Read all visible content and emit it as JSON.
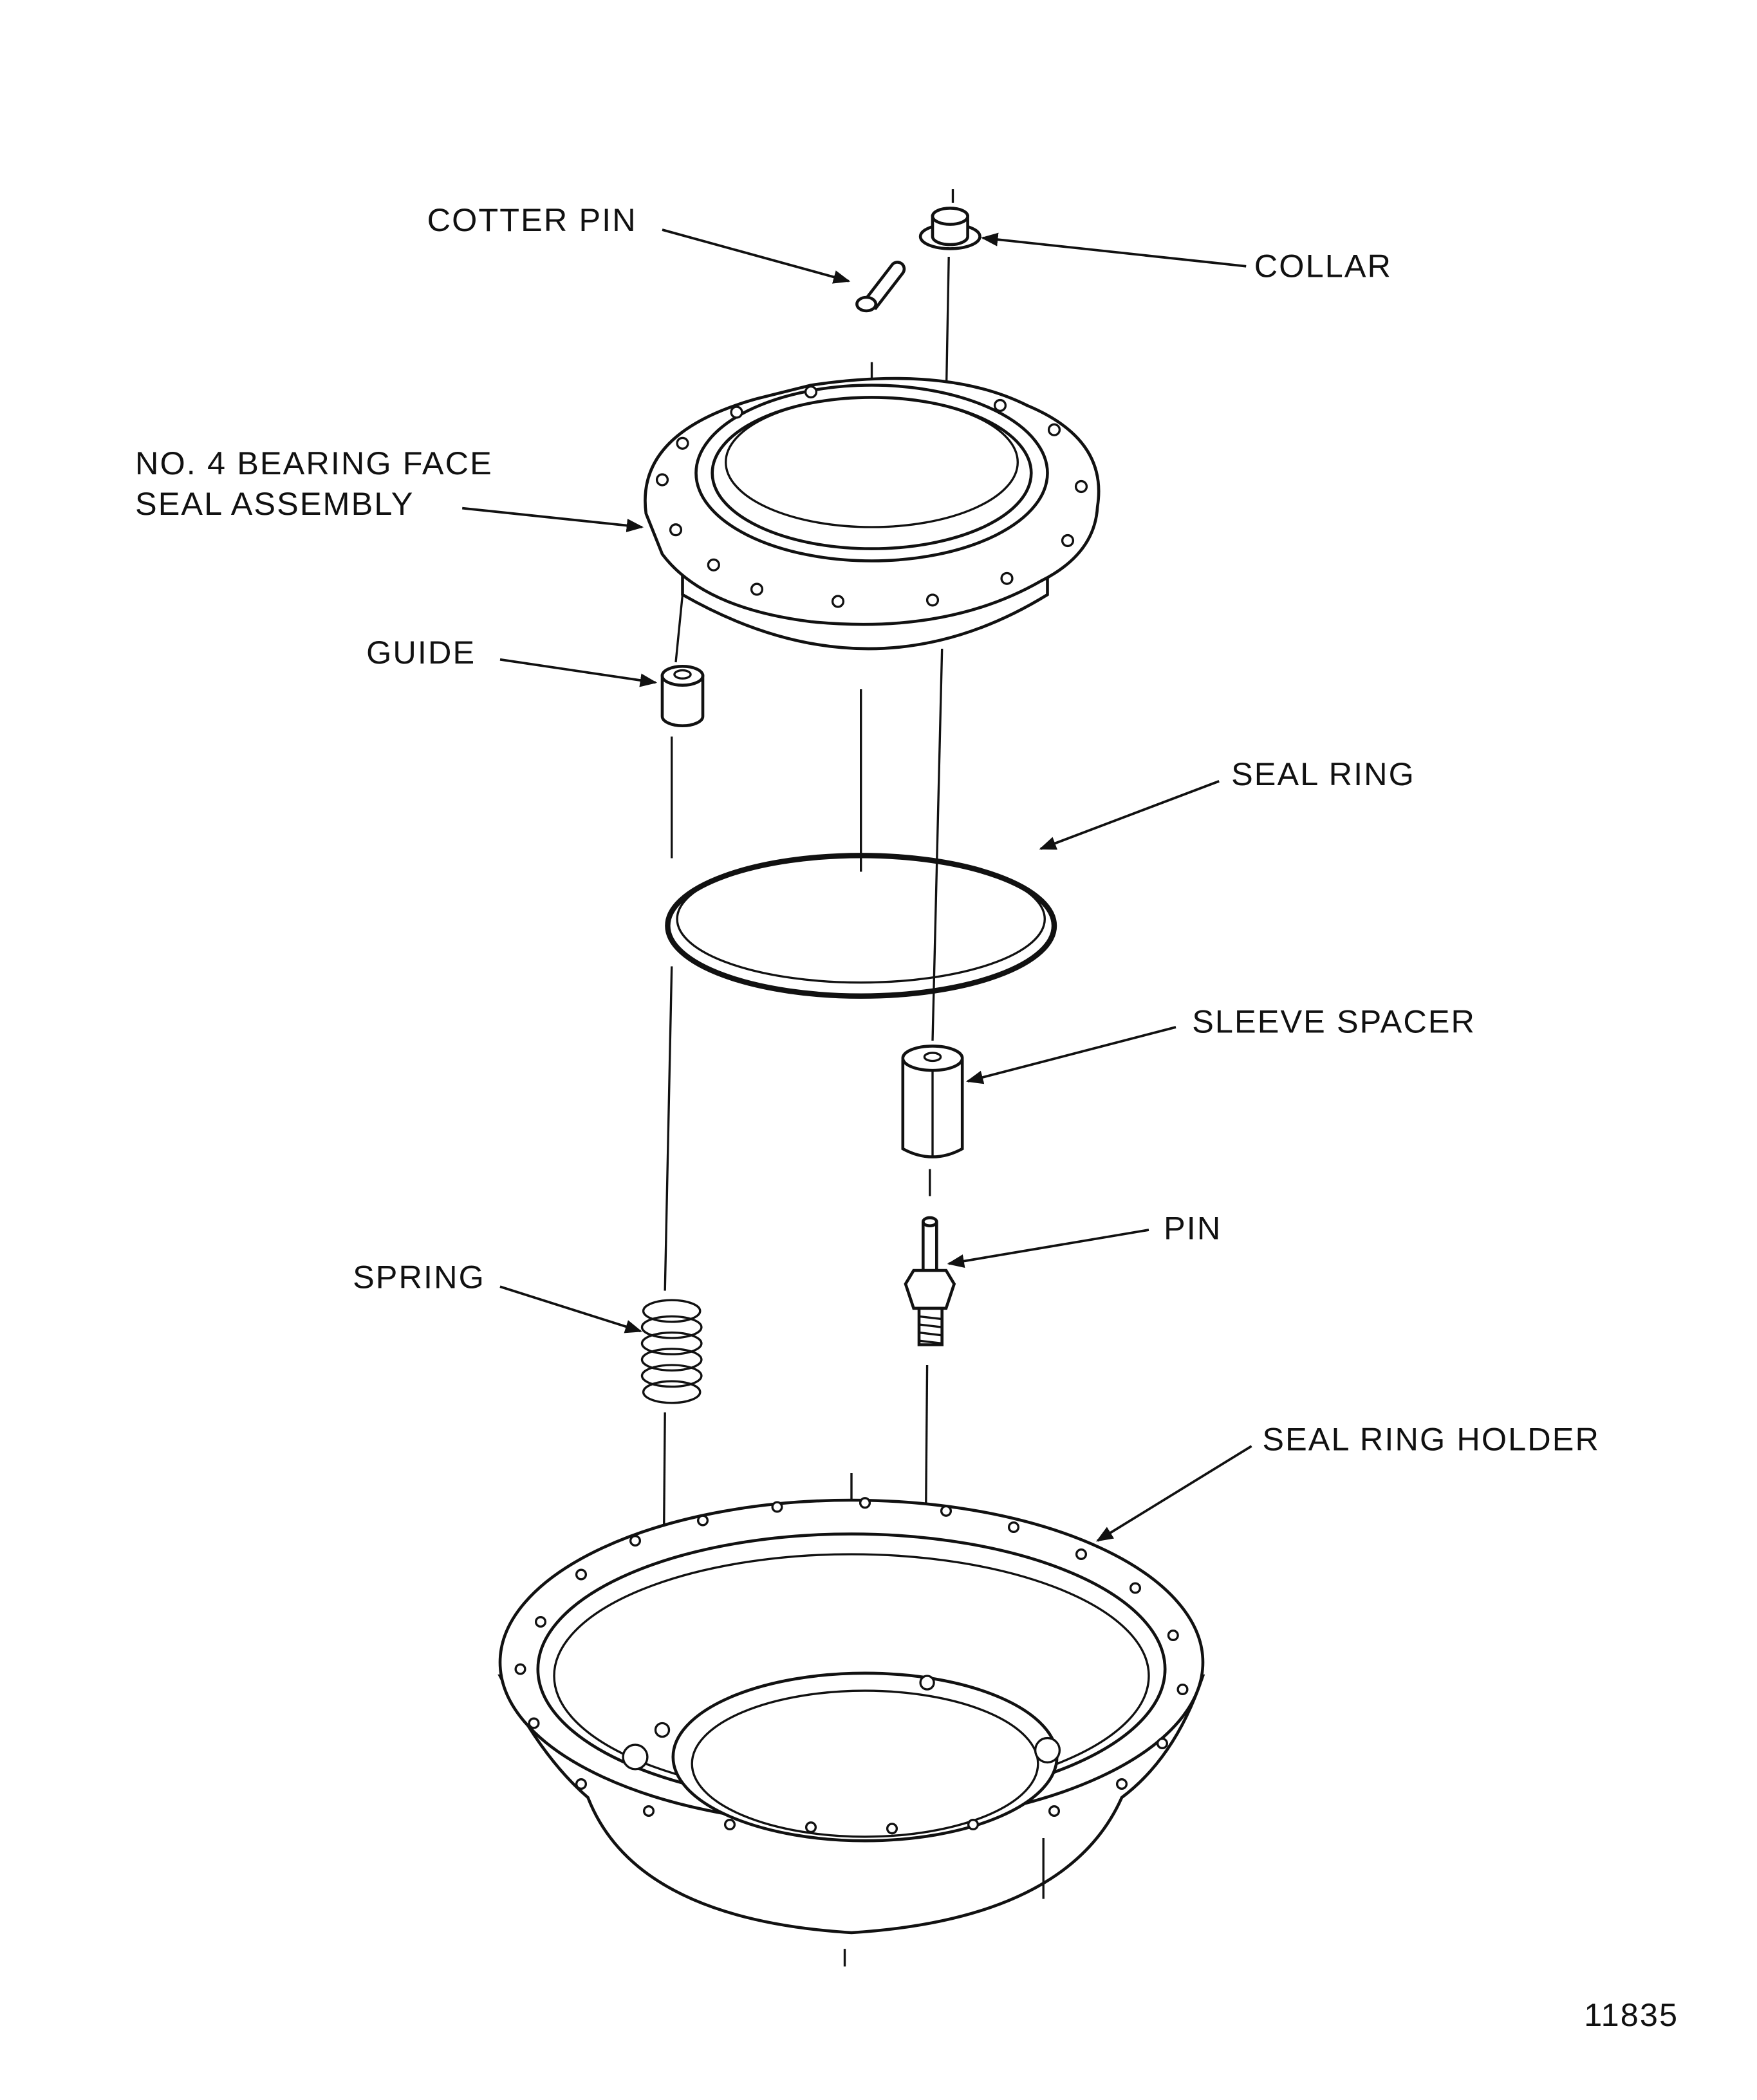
{
  "figure": {
    "figure_number": "11835",
    "labels": {
      "cotter_pin": "COTTER PIN",
      "collar": "COLLAR",
      "bearing_seal_line1": "NO. 4 BEARING FACE",
      "bearing_seal_line2": "SEAL ASSEMBLY",
      "guide": "GUIDE",
      "seal_ring": "SEAL RING",
      "sleeve_spacer": "SLEEVE SPACER",
      "pin": "PIN",
      "spring": "SPRING",
      "seal_ring_holder": "SEAL RING HOLDER"
    }
  }
}
